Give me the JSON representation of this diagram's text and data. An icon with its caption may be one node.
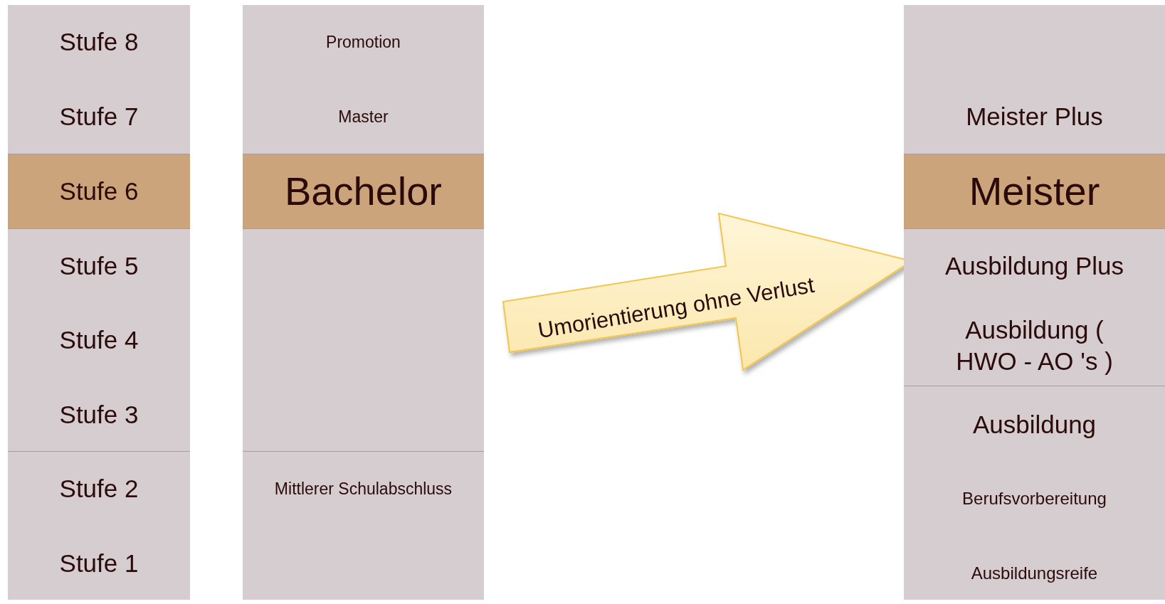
{
  "diagram": {
    "nodes": [
      {
        "text": [
          "Stufe 8",
          "Stufe 7"
        ]
      },
      {
        "text": [
          "Stufe 6"
        ]
      },
      {
        "text": [
          "Stufe 5",
          "Stufe 4",
          "Stufe 3"
        ]
      },
      {
        "text": [
          "Stufe 2",
          "Stufe 1"
        ]
      },
      {
        "text": [
          "Promotion",
          "Master"
        ]
      },
      {
        "text": [
          "Bachelor"
        ]
      },
      {
        "text": [],
        "shape": "box"
      },
      {
        "text": [
          "Mittlerer Schulabschluss"
        ]
      },
      {
        "text": [
          "Umorientierung ohne Verlust"
        ]
      },
      {
        "text": [
          "Meister Plus"
        ]
      },
      {
        "text": [
          "Meister"
        ]
      },
      {
        "text": [
          "Ausbildung Plus",
          "Ausbildung ( HWO - AO 's )"
        ]
      },
      {
        "text": [
          "Ausbildung",
          "Berufsvorbereitung",
          "Ausbildungsreife"
        ]
      }
    ]
  }
}
